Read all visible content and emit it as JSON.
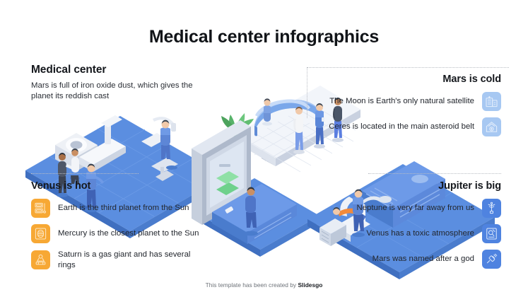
{
  "title": "Medical center infographics",
  "footer": {
    "prefix": "This template has been created by ",
    "brand": "Slidesgo"
  },
  "colors": {
    "orange": "#f7a834",
    "blue_light": "#a7c8f2",
    "blue_dark": "#4f83e0",
    "text_dark": "#15181d",
    "text_body": "#2b2f36",
    "dotted_line": "#b9bdc4",
    "platform_blue": "#5b8ee0",
    "platform_gray": "#e8ecf4"
  },
  "sections": {
    "top_left": {
      "heading": "Medical center",
      "body": "Mars is full of iron oxide dust, which gives the planet its reddish cast"
    },
    "bottom_left": {
      "heading": "Venus is hot",
      "items": [
        {
          "text": "Earth is the third planet from the Sun",
          "icon": "xray-machine-icon",
          "tone": "orange"
        },
        {
          "text": "Mercury is the closest planet to the Sun",
          "icon": "medical-capsule-icon",
          "tone": "orange"
        },
        {
          "text": "Saturn is a gas giant and has several rings",
          "icon": "microscope-icon",
          "tone": "orange"
        }
      ]
    },
    "top_right": {
      "heading": "Mars is cold",
      "items": [
        {
          "text": "The Moon is Earth's only natural satellite",
          "icon": "hospital-building-icon",
          "tone": "blue-lt"
        },
        {
          "text": "Ceres is located in the main asteroid belt",
          "icon": "clinic-house-icon",
          "tone": "blue-lt"
        }
      ]
    },
    "bottom_right": {
      "heading": "Jupiter is big",
      "items": [
        {
          "text": "Neptune is very far away from us",
          "icon": "caduceus-icon",
          "tone": "blue-dk"
        },
        {
          "text": "Venus has a toxic atmosphere",
          "icon": "medical-report-icon",
          "tone": "blue-dk"
        },
        {
          "text": "Mars was named after a god",
          "icon": "syringe-icon",
          "tone": "blue-dk"
        }
      ]
    }
  },
  "illustration": {
    "name": "isometric-medical-center-scene",
    "platforms": [
      {
        "name": "imaging-room-platform",
        "tone": "platform_blue"
      },
      {
        "name": "reception-lobby-platform",
        "tone": "platform_gray"
      },
      {
        "name": "consultation-room-platform",
        "tone": "platform_blue"
      },
      {
        "name": "treatment-room-platform",
        "tone": "platform_blue"
      }
    ],
    "elements": [
      "mri-scanner",
      "examination-chair",
      "reception-desk",
      "potted-plant",
      "monitor-screen",
      "dental-chair",
      "cabinet-shelf",
      "standing-figures"
    ]
  }
}
